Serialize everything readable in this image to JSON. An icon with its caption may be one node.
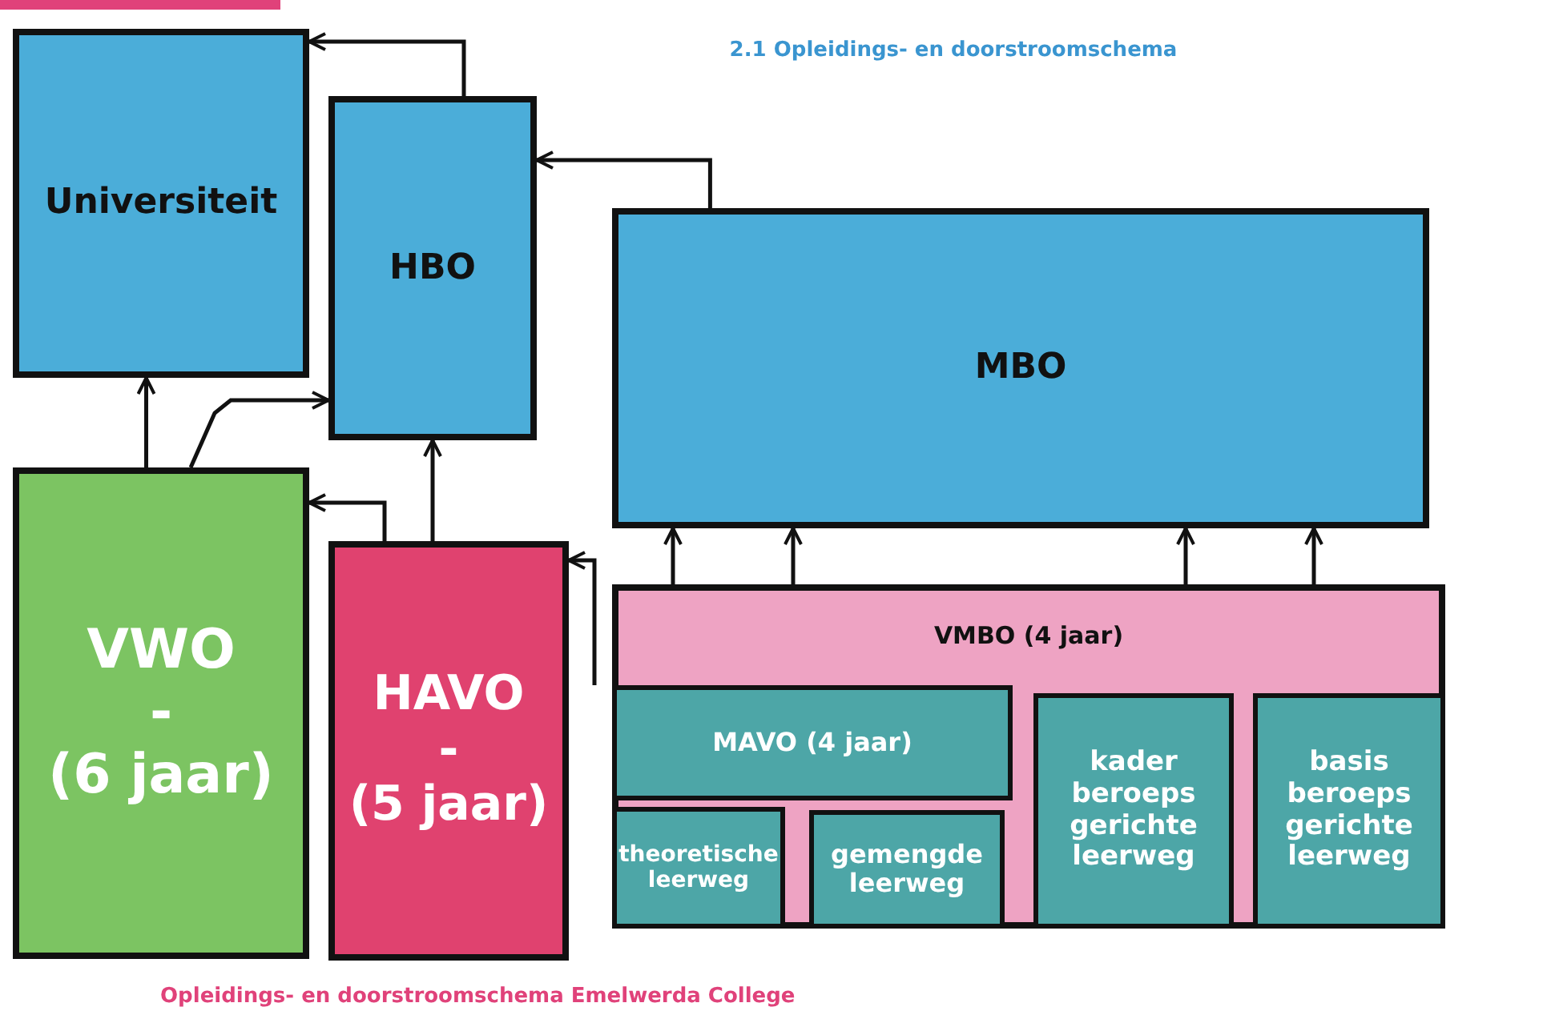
{
  "diagram": {
    "title": "2.1 Opleidings- en doorstroomschema",
    "caption": "Opleidings- en doorstroomschema Emelwerda College",
    "nodes": [
      {
        "text": [
          "Universiteit"
        ]
      },
      {
        "text": [
          "HBO"
        ]
      },
      {
        "text": [
          "MBO"
        ]
      },
      {
        "text": [
          "VWO",
          "-",
          "(6 jaar)"
        ]
      },
      {
        "text": [
          "HAVO",
          "-",
          "(5 jaar)"
        ]
      },
      {
        "text": [
          "**VMBO** (4 jaar)"
        ]
      },
      {
        "text": [
          "**MAVO** (4 jaar)"
        ],
        "in": 5
      },
      {
        "text": [
          "theoretische leerweg"
        ],
        "in": 5
      },
      {
        "text": [
          "gemengde leerweg"
        ],
        "in": 5
      },
      {
        "text": [
          "kader beroeps gerichte leerweg"
        ],
        "in": 5
      },
      {
        "text": [
          "basis beroeps gerichte leerweg"
        ],
        "in": 5
      }
    ],
    "edges": [
      {
        "from": 1,
        "to": 0,
        "arrow": "to"
      },
      {
        "from": 2,
        "to": 1,
        "arrow": "to"
      },
      {
        "from": 3,
        "to": 0,
        "arrow": "to"
      },
      {
        "from": 3,
        "to": 1,
        "arrow": "to"
      },
      {
        "from": 4,
        "to": 3,
        "arrow": "to"
      },
      {
        "from": 4,
        "to": 1,
        "arrow": "to"
      },
      {
        "from": 6,
        "to": 4,
        "arrow": "to"
      },
      {
        "from": 5,
        "to": 2,
        "arrow": "to"
      },
      {
        "from": 5,
        "to": 2,
        "arrow": "to"
      },
      {
        "from": 5,
        "to": 2,
        "arrow": "to"
      },
      {
        "from": 5,
        "to": 2,
        "arrow": "to"
      }
    ]
  }
}
